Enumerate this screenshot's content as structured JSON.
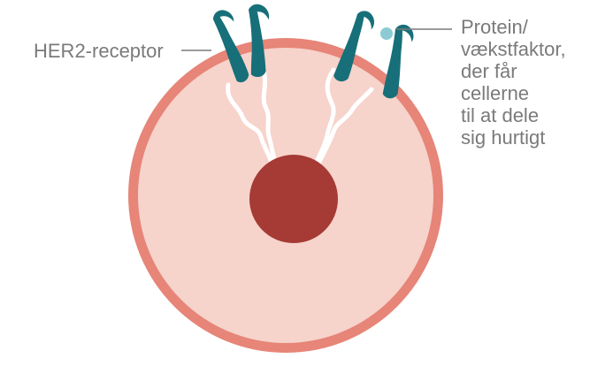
{
  "labels": {
    "receptor": "HER2-receptor",
    "growth_factor_lines": [
      "Protein/",
      "vækstfaktor,",
      "der får",
      "cellerne",
      "til at dele",
      "sig hurtigt"
    ]
  },
  "colors": {
    "membrane": "#e68578",
    "cytoplasm": "#f6d3cb",
    "nucleus": "#a63a35",
    "receptor": "#176f79",
    "growth_factor": "#8ccbd3",
    "signal_line": "#ffffff",
    "label_text": "#7a7a7a",
    "leader_line": "#7a7a7a"
  },
  "icons": {
    "receptor": "her2-receptor-icon",
    "growth_factor": "growth-factor-protein-icon"
  }
}
